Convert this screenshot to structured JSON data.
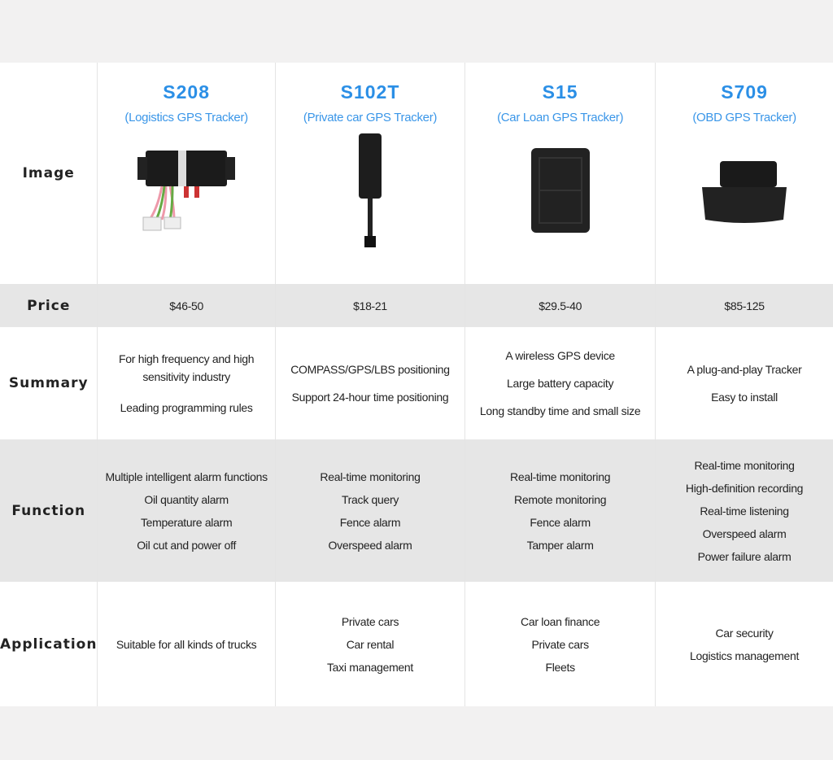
{
  "row_labels": {
    "image": "Image",
    "price": "Price",
    "summary": "Summary",
    "function": "Function",
    "application": "Application"
  },
  "products": [
    {
      "model": "S208",
      "subtitle": "(Logistics GPS Tracker)",
      "price": "$46-50",
      "summary": [
        "For high frequency and high",
        "sensitivity industry",
        "Leading programming rules"
      ],
      "function": [
        "Multiple intelligent alarm functions",
        "Oil quantity alarm",
        "Temperature alarm",
        "Oil cut and power off"
      ],
      "application": [
        "Suitable for all kinds of trucks"
      ]
    },
    {
      "model": "S102T",
      "subtitle": "(Private car GPS Tracker)",
      "price": "$18-21",
      "summary": [
        "COMPASS/GPS/LBS positioning",
        "Support 24-hour time positioning"
      ],
      "function": [
        "Real-time monitoring",
        "Track query",
        "Fence alarm",
        "Overspeed alarm"
      ],
      "application": [
        "Private cars",
        "Car rental",
        "Taxi management"
      ]
    },
    {
      "model": "S15",
      "subtitle": "(Car Loan GPS Tracker)",
      "price": "$29.5-40",
      "summary": [
        "A wireless GPS device",
        "Large battery capacity",
        "Long standby time and small size"
      ],
      "function": [
        "Real-time monitoring",
        "Remote monitoring",
        "Fence alarm",
        "Tamper alarm"
      ],
      "application": [
        "Car loan finance",
        "Private cars",
        "Fleets"
      ]
    },
    {
      "model": "S709",
      "subtitle": "(OBD GPS Tracker)",
      "price": "$85-125",
      "summary": [
        "A plug-and-play Tracker",
        "Easy to install"
      ],
      "function": [
        "Real-time monitoring",
        "High-definition recording",
        "Real-time listening",
        "Overspeed alarm",
        "Power failure alarm"
      ],
      "application": [
        "Car security",
        "Logistics management"
      ]
    }
  ],
  "colors": {
    "accent": "#2b8fe6",
    "row_gray": "#e6e6e6",
    "page_bg": "#f2f1f1"
  }
}
